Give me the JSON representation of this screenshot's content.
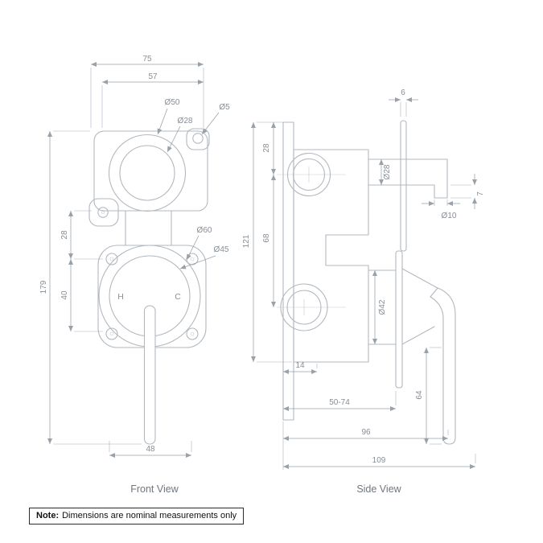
{
  "front_view": {
    "caption": "Front View",
    "dim_width_overall": "75",
    "dim_width_inner": "57",
    "dia_top_outer": "Ø50",
    "dia_top_inner": "Ø28",
    "dia_screw": "Ø5",
    "dim_height_overall": "179",
    "dim_offset_upper": "28",
    "dim_offset_lower": "40",
    "dia_lower_outer": "Ø60",
    "dia_lower_inner": "Ø45",
    "label_hot": "H",
    "label_cold": "C",
    "dim_handle_width": "48"
  },
  "side_view": {
    "caption": "Side View",
    "dim_plate_thickness": "6",
    "dim_top_offset": "28",
    "dim_height_overall": "121",
    "dim_center_spacing": "68",
    "dia_spout": "Ø28",
    "dia_outlet": "Ø10",
    "dim_outlet_height": "7",
    "dia_cartridge": "Ø42",
    "dim_body_depth": "14",
    "dim_depth_range": "50-74",
    "dim_handle_length": "64",
    "dim_depth_96": "96",
    "dim_depth_overall": "109"
  },
  "note": {
    "label": "Note:",
    "text": "Dimensions are nominal measurements only"
  }
}
